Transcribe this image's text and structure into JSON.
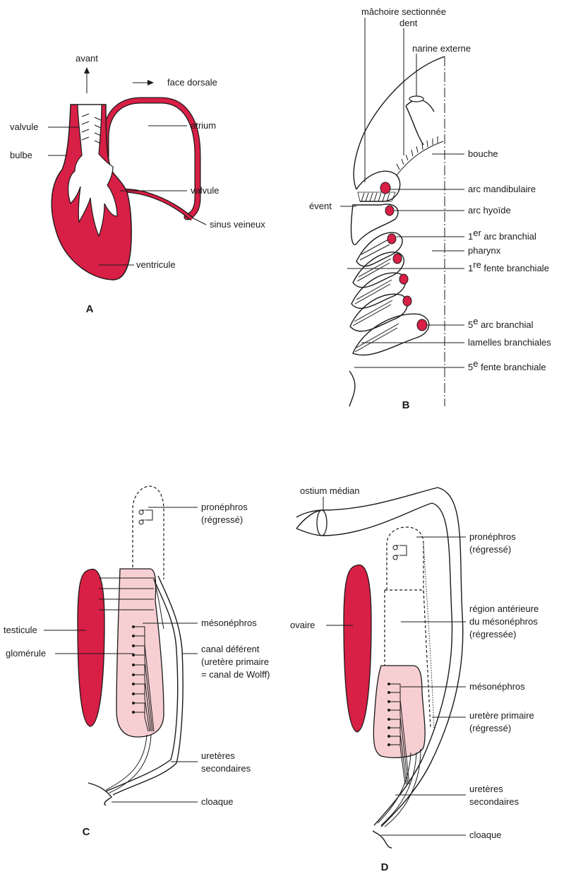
{
  "colors": {
    "red": "#d81f45",
    "pink": "#f7cfd2",
    "ink": "#1a1a1a"
  },
  "panelA": {
    "label": "A",
    "avant": "avant",
    "face_dorsale": "face dorsale",
    "valvule_top": "valvule",
    "bulbe": "bulbe",
    "atrium": "atrium",
    "valvule_mid": "valvule",
    "sinus": "sinus veineux",
    "ventricule": "ventricule"
  },
  "panelB": {
    "label": "B",
    "machoire": "mâchoire sectionnée",
    "dent": "dent",
    "narine": "narine externe",
    "bouche": "bouche",
    "arc_mandibulaire": "arc mandibulaire",
    "event": "évent",
    "arc_hyoide": "arc hyoïde",
    "arc1_num": "1",
    "arc1_sup": "er",
    "arc1_text": " arc branchial",
    "pharynx": "pharynx",
    "fente1_num": "1",
    "fente1_sup": "re",
    "fente1_text": " fente branchiale",
    "arc5_num": "5",
    "arc5_sup": "e",
    "arc5_text": " arc branchial",
    "lamelles": "lamelles branchiales",
    "fente5_num": "5",
    "fente5_sup": "e",
    "fente5_text": " fente branchiale"
  },
  "panelC": {
    "label": "C",
    "pronephros_1": "pronéphros",
    "pronephros_2": "(régressé)",
    "testicule": "testicule",
    "mesonephros": "mésonéphros",
    "glomerule": "glomérule",
    "canal_1": "canal déférent",
    "canal_2": "(uretère primaire",
    "canal_3": "= canal de Wolff)",
    "ureteres_1": "uretères",
    "ureteres_2": "secondaires",
    "cloaque": "cloaque"
  },
  "panelD": {
    "label": "D",
    "ostium": "ostium médian",
    "pronephros_1": "pronéphros",
    "pronephros_2": "(régressé)",
    "region_1": "région antérieure",
    "region_2": "du mésonéphros",
    "region_3": "(régressée)",
    "ovaire": "ovaire",
    "mesonephros": "mésonéphros",
    "uretere_1": "uretère primaire",
    "uretere_2": "(régressé)",
    "ureteres_1": "uretères",
    "ureteres_2": "secondaires",
    "cloaque": "cloaque"
  }
}
